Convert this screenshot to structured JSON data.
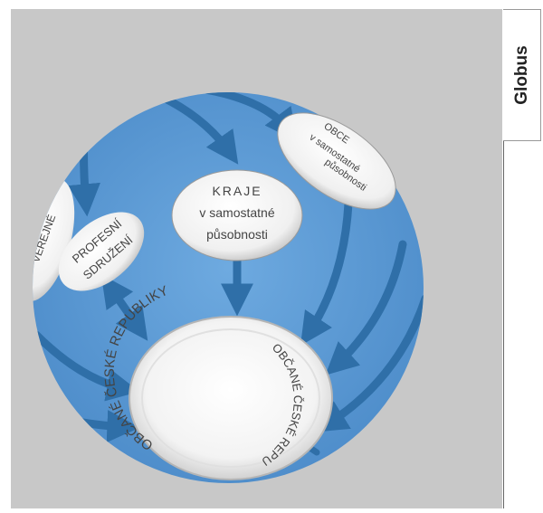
{
  "tab": {
    "label": "Globus"
  },
  "bubbles": {
    "kraje": {
      "line1": "KRAJE",
      "line2": "v samostatné",
      "line3": "působnosti"
    },
    "obce": {
      "line1": "OBCE",
      "line2": "v samostatné",
      "line3": "působnosti"
    },
    "profesni": {
      "line1": "PROFESNÍ",
      "line2": "SDRUŽENÍ"
    },
    "left_partial": {
      "text": "VEŘEJNÉ"
    },
    "center": {
      "arc_top": "OBČANÉ ČESKÉ REPUBLIKY",
      "arc_right": "OBČANÉ ČESKÉ REPUBLIKY"
    }
  },
  "colors": {
    "panel_bg": "#c8c8c8",
    "globe_blue": "#5f9fd6",
    "arrow_blue": "#2f6fa8",
    "bubble_fill": "#f2f2f2"
  }
}
